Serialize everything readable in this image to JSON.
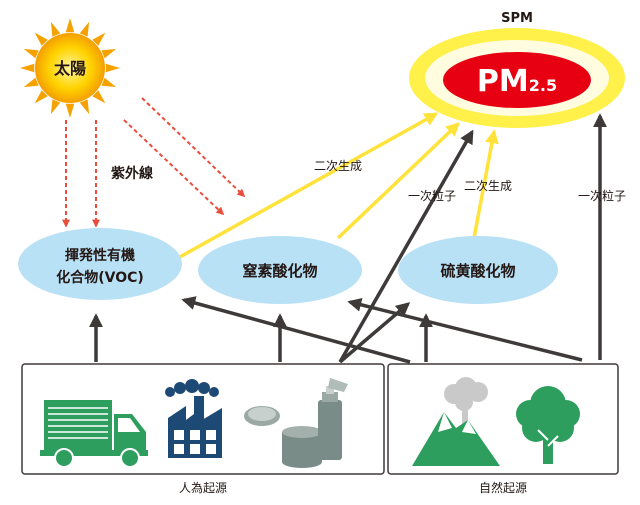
{
  "spm": {
    "label": "SPM",
    "pm_main": "PM",
    "pm_sub": "2.5"
  },
  "sun": {
    "label": "太陽"
  },
  "uv": {
    "label": "紫外線"
  },
  "voc": {
    "line1": "揮発性有機",
    "line2": "化合物(VOC)"
  },
  "nox": {
    "label": "窒素酸化物"
  },
  "sox": {
    "label": "硫黄酸化物"
  },
  "arrow_labels": {
    "secondary_1": "二次生成",
    "secondary_2": "二次生成",
    "primary_1": "一次粒子",
    "primary_2": "一次粒子"
  },
  "sources": {
    "anthropogenic": "人為起源",
    "natural": "自然起源"
  },
  "colors": {
    "yellow": "#FFEF3A",
    "red": "#E60012",
    "light_blue": "#B9E1F6",
    "green": "#2E9E5E",
    "navy": "#1D4A75",
    "gray": "#7A8C87",
    "dark_arrow": "#3E3A39",
    "uv_arrow": "#E94E3C",
    "sun_orange": "#F5A200"
  }
}
